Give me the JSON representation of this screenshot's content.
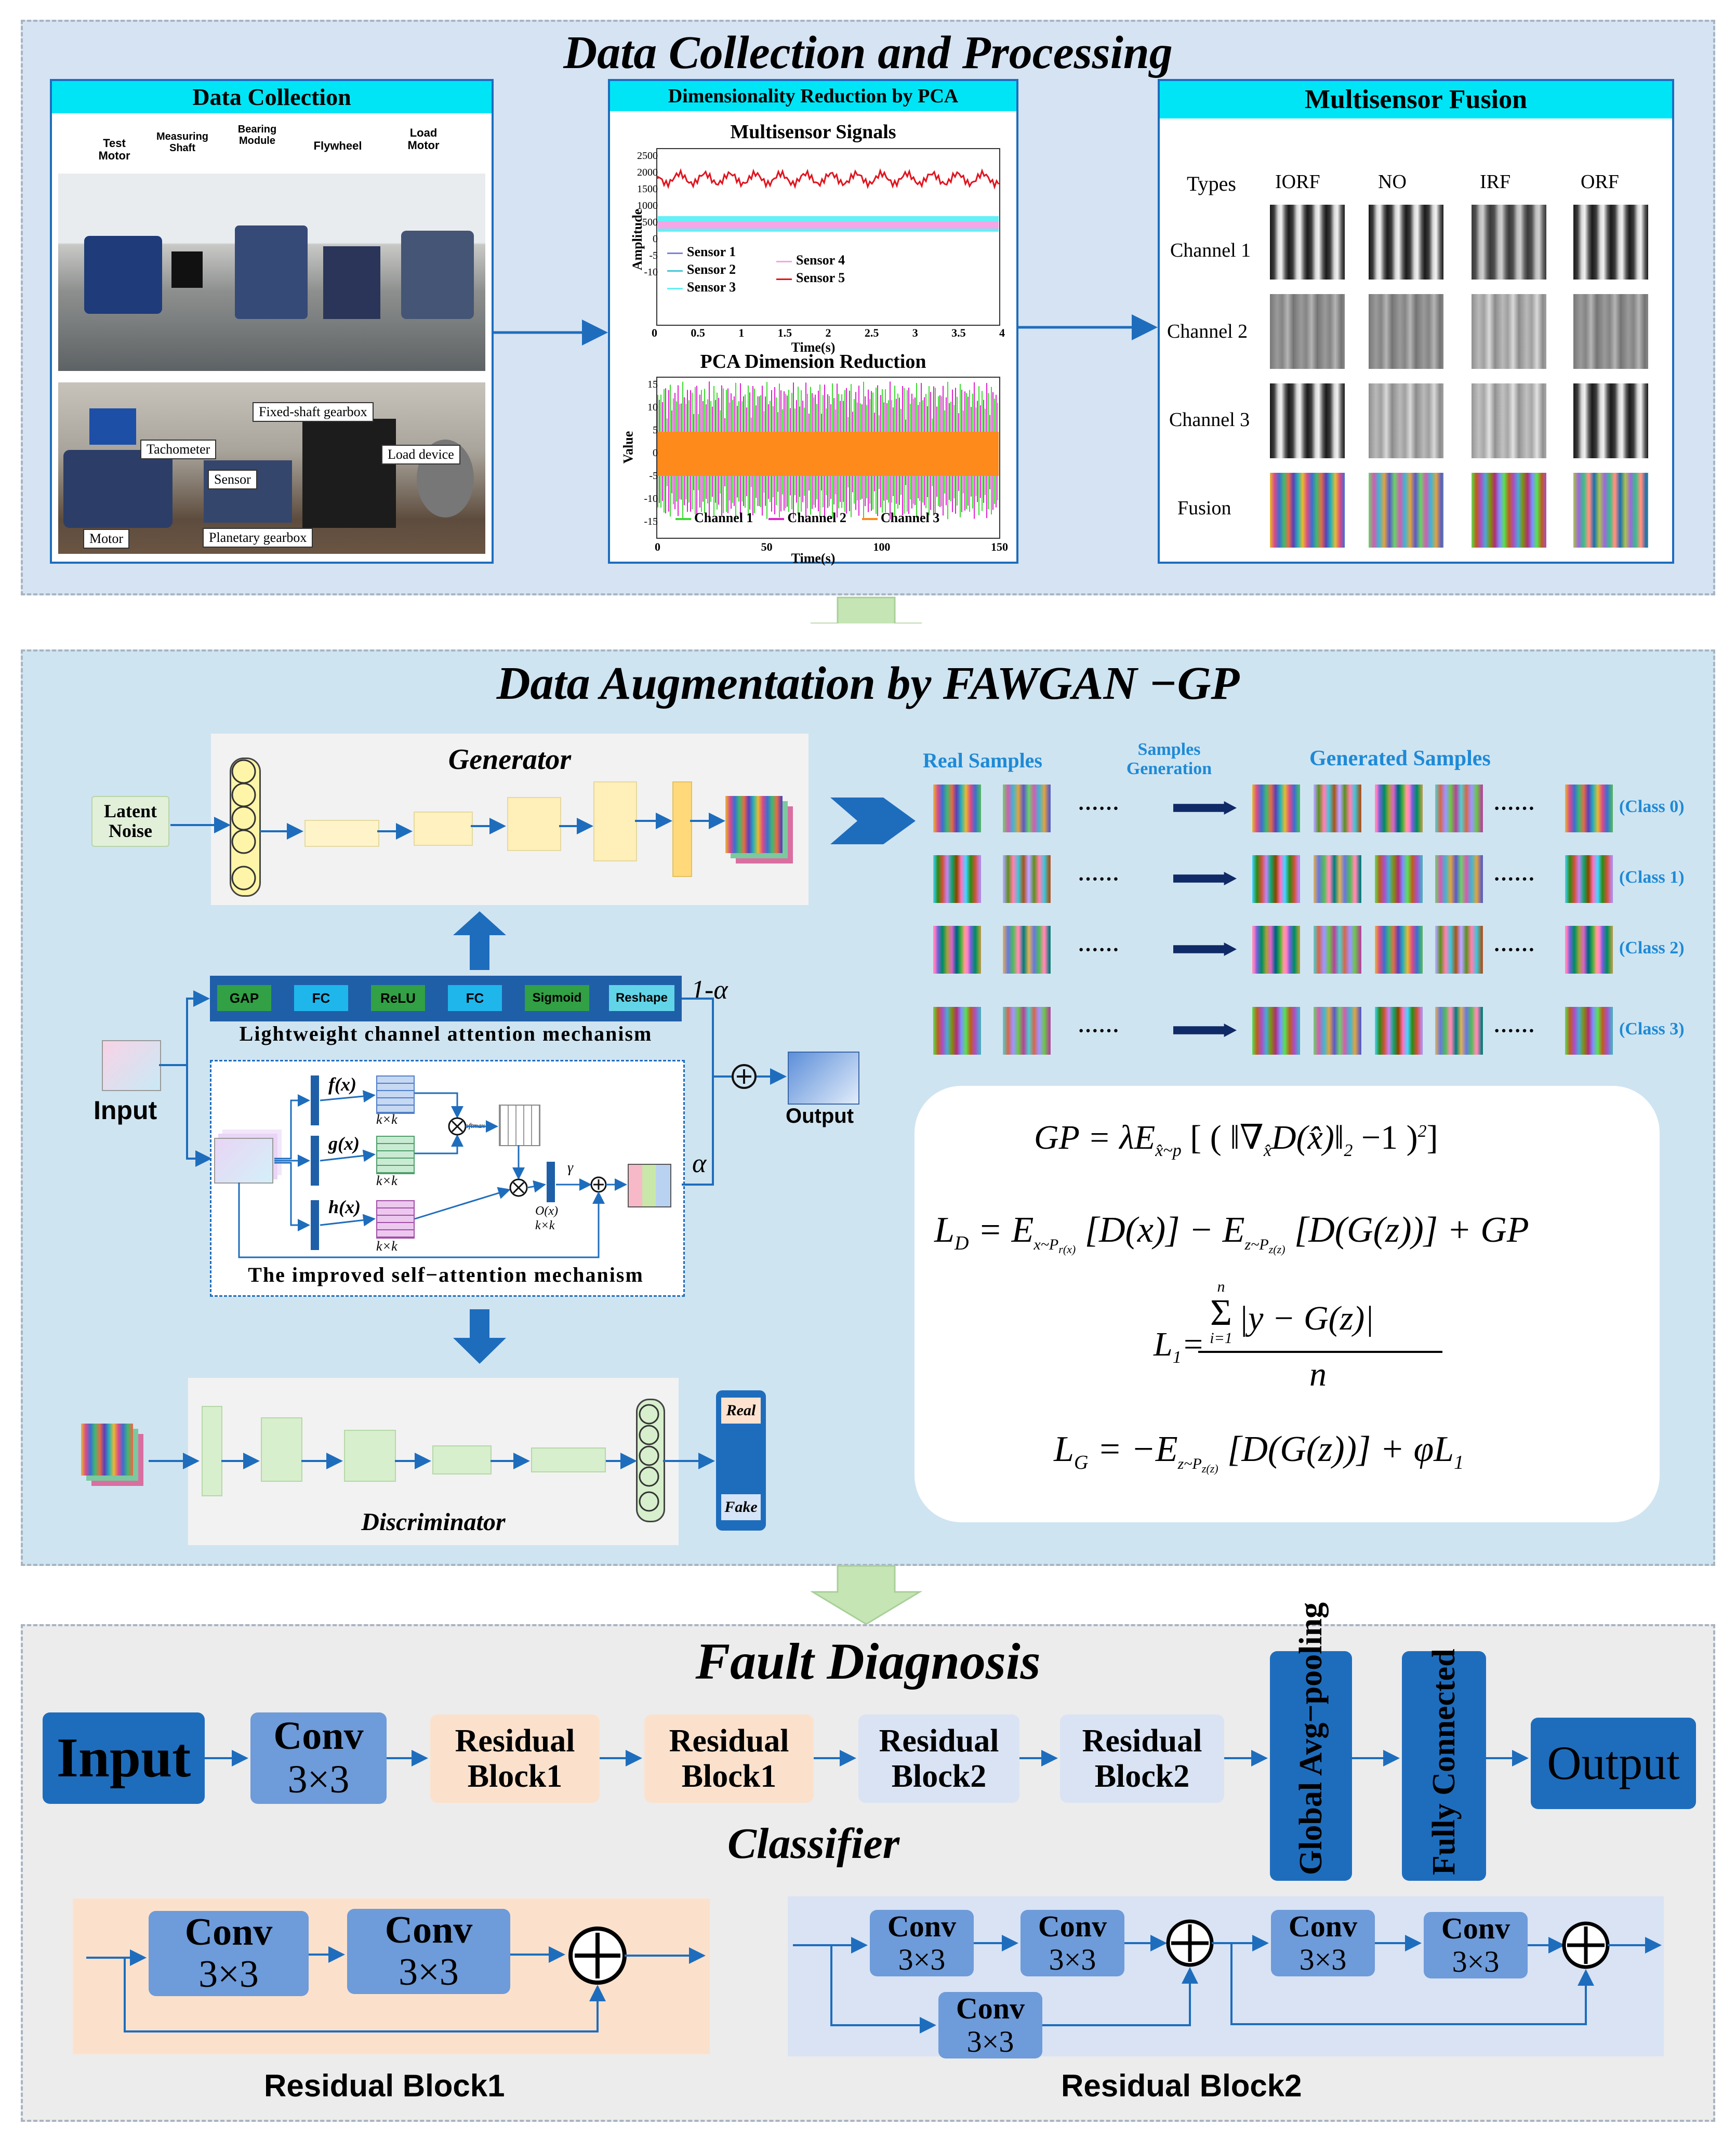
{
  "section1": {
    "title": "Data Collection and Processing",
    "data_collection": {
      "header": "Data Collection",
      "rig1_labels": [
        "Test Motor",
        "Measuring Shaft",
        "Bearing Module",
        "Flywheel",
        "Load Motor"
      ],
      "rig2_labels": {
        "fixed_gearbox": "Fixed-shaft gearbox",
        "tachometer": "Tachometer",
        "load_device": "Load device",
        "sensor": "Sensor",
        "motor": "Motor",
        "planetary": "Planetary gearbox"
      }
    },
    "pca": {
      "header": "Dimensionality Reduction by PCA",
      "chart1_title": "Multisensor Signals",
      "chart1_ylabel": "Amplitude",
      "chart1_xlabel": "Time(s)",
      "chart1_yticks": [
        "2500",
        "2000",
        "1500",
        "1000",
        "500",
        "0",
        "-5",
        "-10"
      ],
      "chart1_xticks": [
        "0",
        "0.5",
        "1",
        "1.5",
        "2",
        "2.5",
        "3",
        "3.5",
        "4"
      ],
      "chart1_legend": [
        "Sensor 1",
        "Sensor 2",
        "Sensor 3",
        "Sensor 4",
        "Sensor 5"
      ],
      "chart2_title": "PCA Dimension Reduction",
      "chart2_ylabel": "Value",
      "chart2_xlabel": "Time(s)",
      "chart2_yticks": [
        "15",
        "10",
        "5",
        "0",
        "-5",
        "-10",
        "-15"
      ],
      "chart2_xticks": [
        "0",
        "50",
        "100",
        "150"
      ],
      "chart2_legend": [
        "Channel 1",
        "Channel 2",
        "Channel 3"
      ]
    },
    "fusion": {
      "header": "Multisensor Fusion",
      "types_label": "Types",
      "col_labels": [
        "IORF",
        "NO",
        "IRF",
        "ORF"
      ],
      "row_labels": [
        "Channel 1",
        "Channel 2",
        "Channel 3",
        "Fusion"
      ]
    }
  },
  "section2": {
    "title": "Data Augmentation by FAWGAN −GP",
    "generator_title": "Generator",
    "latent_noise": "Latent Noise",
    "input_label": "Input",
    "output_label": "Output",
    "discriminator_title": "Discriminator",
    "real_label": "Real",
    "fake_label": "Fake",
    "lca_blocks": [
      "GAP",
      "FC",
      "ReLU",
      "FC",
      "Sigmoid",
      "Reshape"
    ],
    "lca_caption": "Lightweight channel attention mechanism",
    "one_minus_alpha": "1-α",
    "alpha": "α",
    "isa_caption": "The improved self−attention mechanism",
    "isa_f": "f(x)",
    "isa_g": "g(x)",
    "isa_h": "h(x)",
    "kxk": "k×k",
    "softmax": "Softmax",
    "gamma": "γ",
    "ox": "O(x)",
    "real_samples": "Real Samples",
    "samples_generation": "Samples Generation",
    "generated_samples": "Generated Samples",
    "dots": "······",
    "classes": [
      "(Class 0)",
      "(Class 1)",
      "(Class 2)",
      "(Class 3)"
    ],
    "eq_gp": "GP = λE",
    "eq_gp_sub": "x̂~p",
    "eq_gp_rest": "[ ( ‖∇",
    "eq_gp_rest2": "D(x̂)‖",
    "eq_gp_rest3": "−1 )",
    "eq_ld": "L",
    "eq_ld_sub": "D",
    "eq_ld_rest": "= E",
    "eq_ld_s1": "x~P",
    "eq_ld_m1": "[D(x)] − E",
    "eq_ld_s2": "z~P",
    "eq_ld_m2": "[D(G(z))] + GP",
    "eq_l1_num": "|y − G(z)|",
    "eq_l1_sum_top": "n",
    "eq_l1_sum_bot": "i=1",
    "eq_l1_den": "n",
    "eq_l1_lhs": "L",
    "eq_l1_lhs_sub": "1",
    "eq_lg": "L",
    "eq_lg_sub": "G",
    "eq_lg_rest": "= −E",
    "eq_lg_s": "z~P",
    "eq_lg_m": "[D(G(z))] + φL",
    "eq_lg_end_sub": "1"
  },
  "section3": {
    "title": "Fault Diagnosis",
    "pipeline": [
      "Input",
      "Conv 3×3",
      "Residual Block1",
      "Residual Block1",
      "Residual Block2",
      "Residual Block2",
      "Global Avg−pooling",
      "Fully Connected",
      "Output"
    ],
    "classifier": "Classifier",
    "conv": "Conv",
    "conv_k": "3×3",
    "rb1_caption": "Residual Block1",
    "rb2_caption": "Residual Block2"
  },
  "colors": {
    "panel1_bg": "#d5e3f3",
    "panel2_bg": "#cfe4f1",
    "panel3_bg": "#ececec",
    "accent_blue": "#1e6dbd",
    "dark_blue": "#1f5fa8",
    "cyan": "#00e5f6",
    "residual1": "#fbe1cc",
    "residual2": "#d9e3f4"
  }
}
